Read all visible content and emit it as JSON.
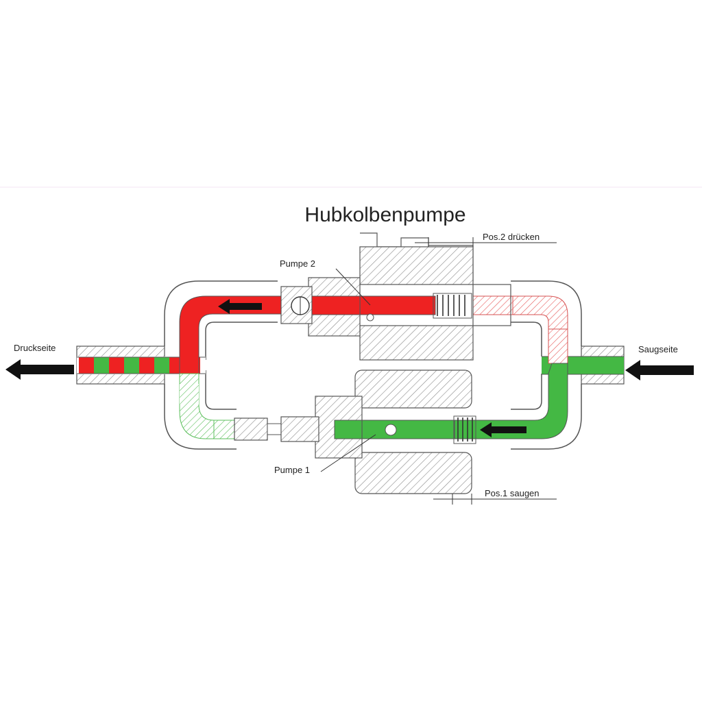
{
  "diagram": {
    "title": "Hubkolbenpumpe",
    "labels": {
      "pump_top": "Pumpe 2",
      "pump_bottom": "Pumpe 1",
      "pos_top": "Pos.2 drücken",
      "pos_bottom": "Pos.1 saugen",
      "outlet": "Druckseite",
      "inlet": "Saugseite"
    },
    "colors": {
      "pressure": "#ee2222",
      "suction": "#44b844",
      "hatch": "#888888",
      "outline": "#555555",
      "arrow": "#111111"
    }
  }
}
